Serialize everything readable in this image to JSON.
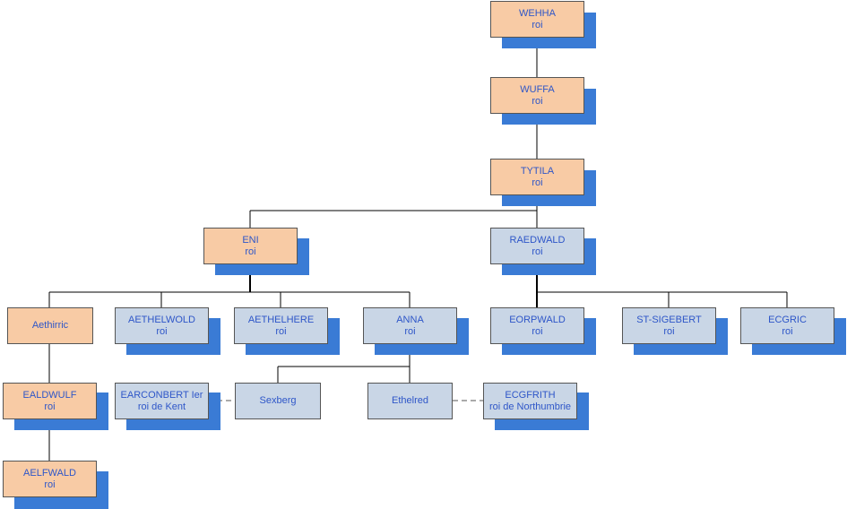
{
  "nodes": {
    "wehha": {
      "name": "WEHHA",
      "title": "roi"
    },
    "wuffa": {
      "name": "WUFFA",
      "title": "roi"
    },
    "tytila": {
      "name": "TYTILA",
      "title": "roi"
    },
    "eni": {
      "name": "ENI",
      "title": "roi"
    },
    "raedwald": {
      "name": "RAEDWALD",
      "title": "roi"
    },
    "aethirric": {
      "name": "Aethirric",
      "title": ""
    },
    "aethelwold": {
      "name": "AETHELWOLD",
      "title": "roi"
    },
    "aethelhere": {
      "name": "AETHELHERE",
      "title": "roi"
    },
    "anna": {
      "name": "ANNA",
      "title": "roi"
    },
    "eorpwald": {
      "name": "EORPWALD",
      "title": "roi"
    },
    "stsigebert": {
      "name": "ST-SIGEBERT",
      "title": "roi"
    },
    "ecgric": {
      "name": "ECGRIC",
      "title": "roi"
    },
    "ealdwulf": {
      "name": "EALDWULF",
      "title": "roi"
    },
    "earconbert": {
      "name": "EARCONBERT Ier",
      "title": "roi de Kent"
    },
    "sexberg": {
      "name": "Sexberg",
      "title": ""
    },
    "ethelred": {
      "name": "Ethelred",
      "title": ""
    },
    "ecgfrith": {
      "name": "ECGFRITH",
      "title": "roi de Northumbrie"
    },
    "aelfwald": {
      "name": "AELFWALD",
      "title": "roi"
    }
  },
  "colors": {
    "orange_fill": "#f8cba5",
    "blue_fill": "#c9d6e6",
    "shadow": "#3a7bd5",
    "text": "#2e56c8",
    "connector": "#000000",
    "spouse_connector": "#555555"
  }
}
